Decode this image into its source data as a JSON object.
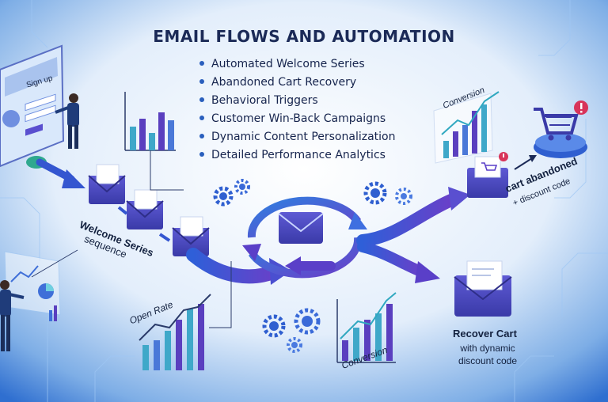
{
  "title": "EMAIL FLOWS AND AUTOMATION",
  "features": [
    "Automated Welcome Series",
    "Abandoned Cart Recovery",
    "Behavioral Triggers",
    "Customer Win-Back Campaigns",
    "Dynamic Content Personalization",
    "Detailed Performance Analytics"
  ],
  "labels": {
    "sign_up": "Sign up",
    "welcome_series": "Welcome Series",
    "sequence": "sequence",
    "open_rate": "Open Rate",
    "conversion_top": "Conversion",
    "conversion_bottom": "Conversion",
    "cart_abandoned": "cart abandoned",
    "discount_code": "+ discount code",
    "recover_cart": "Recover Cart",
    "with_dynamic_discount": "with dynamic discount code"
  },
  "icons": [
    "envelope-icon",
    "gear-icon",
    "shopping-cart-icon",
    "alert-icon",
    "person-icon",
    "bar-chart-icon"
  ],
  "colors": {
    "title": "#1b2a57",
    "arrow_blue": "#2f4fd0",
    "arrow_purple": "#5b3fc7",
    "envelope": "#4a45b8",
    "bar_teal": "#3fa8c9",
    "bar_purple": "#5a3fbf",
    "accent_red": "#d8345a"
  }
}
